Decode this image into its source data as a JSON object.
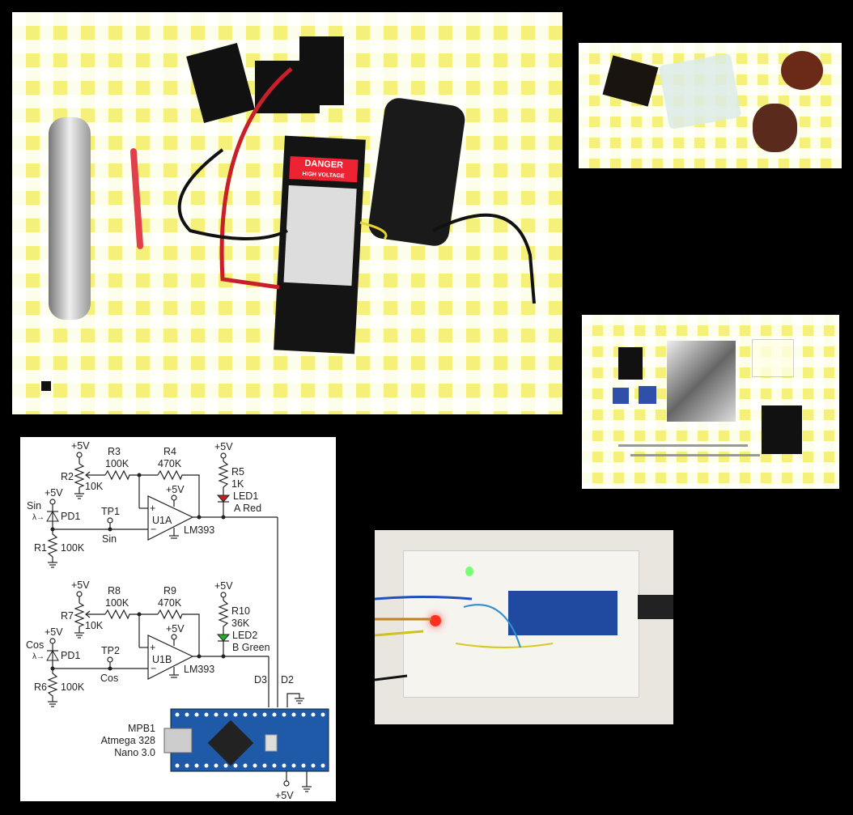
{
  "photos": {
    "laser_kit": {
      "label_danger": "DANGER",
      "label_hv": "HIGH VOLTAGE"
    },
    "optics": {},
    "parts": {},
    "breadboard": {}
  },
  "schematic": {
    "supply": "+5V",
    "ch_a": {
      "pot": "R2",
      "pot_val": "10K",
      "r_in": "R3",
      "r_in_val": "100K",
      "r_fb": "R4",
      "r_fb_val": "470K",
      "r_led": "R5",
      "r_led_val": "1K",
      "led": "LED1",
      "led_desc": "A Red",
      "signal": "Sin",
      "pd": "PD1",
      "tp": "TP1",
      "r_load": "R1",
      "r_load_val": "100K",
      "opamp": "U1A",
      "chip": "LM393",
      "lambda": "λ→",
      "pin": "D2"
    },
    "ch_b": {
      "pot": "R7",
      "pot_val": "10K",
      "r_in": "R8",
      "r_in_val": "100K",
      "r_fb": "R9",
      "r_fb_val": "470K",
      "r_led": "R10",
      "r_led_val": "36K",
      "led": "LED2",
      "led_desc": "B Green",
      "signal": "Cos",
      "pd": "PD1",
      "tp": "TP2",
      "r_load": "R6",
      "r_load_val": "100K",
      "opamp": "U1B",
      "chip": "LM393",
      "lambda": "λ→",
      "pin": "D3"
    },
    "mcu": {
      "name": "MPB1",
      "chip": "Atmega 328",
      "board": "Nano 3.0"
    },
    "colors": {
      "led_red": "#c0201e",
      "led_green": "#22b02a",
      "board": "#1f5aa8"
    }
  }
}
